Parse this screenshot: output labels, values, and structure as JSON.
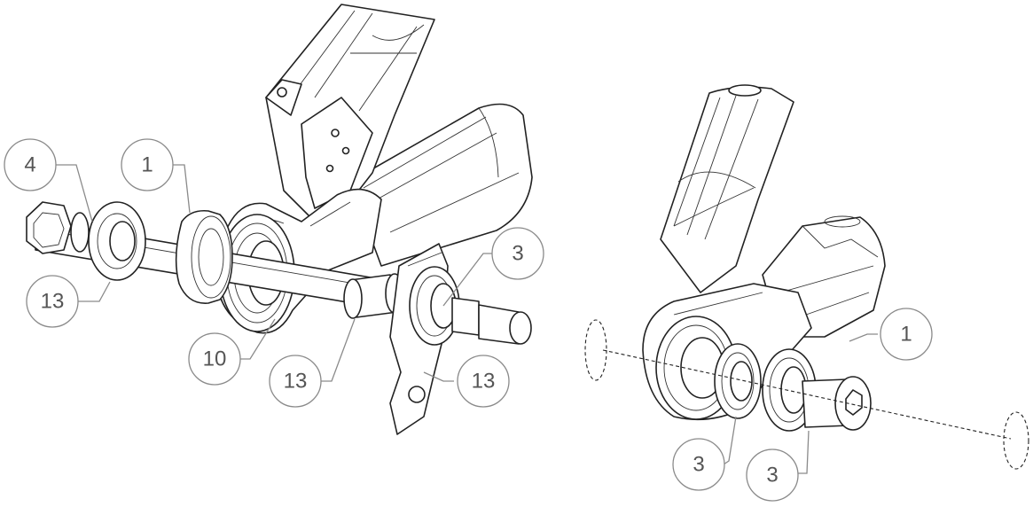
{
  "callouts": [
    {
      "id": "c4-left",
      "text": "4"
    },
    {
      "id": "c1-left",
      "text": "1"
    },
    {
      "id": "c13-left",
      "text": "13"
    },
    {
      "id": "c10",
      "text": "10"
    },
    {
      "id": "c13-mid",
      "text": "13"
    },
    {
      "id": "c13-right",
      "text": "13"
    },
    {
      "id": "c3-left-assembly",
      "text": "3"
    },
    {
      "id": "c1-right",
      "text": "1"
    },
    {
      "id": "c3-right-a",
      "text": "3"
    },
    {
      "id": "c3-right-b",
      "text": "3"
    }
  ]
}
